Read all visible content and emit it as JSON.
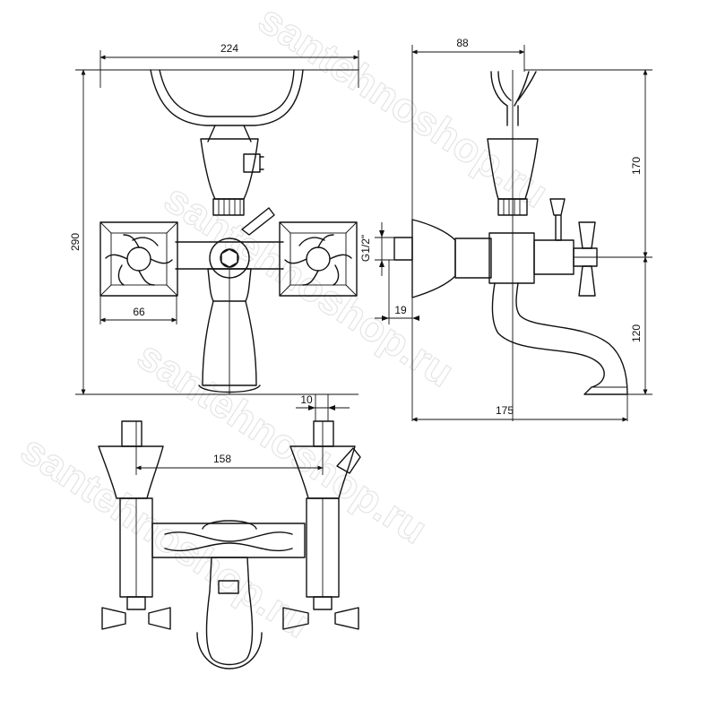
{
  "dimensions": {
    "front_width": "224",
    "front_height": "290",
    "handle_width": "66",
    "side_width": "88",
    "side_upper_height": "170",
    "side_lower_height": "120",
    "side_depth": "175",
    "thread": "G1/2\"",
    "thread_length": "19",
    "top_centers": "158",
    "top_offset": "10"
  },
  "watermark": {
    "text": "santehnoshop.ru"
  }
}
